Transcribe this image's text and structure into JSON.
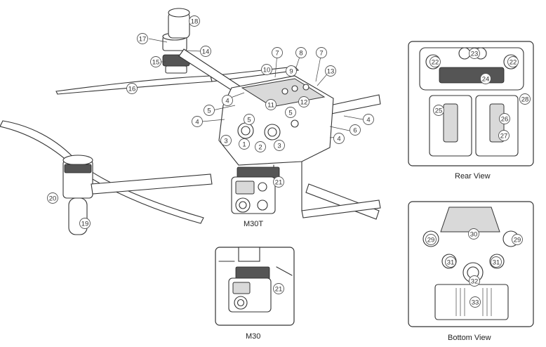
{
  "captions": {
    "main": "M30T",
    "inset": "M30",
    "rear": "Rear View",
    "bottom": "Bottom View"
  },
  "callouts": [
    "1",
    "2",
    "3",
    "3",
    "4",
    "4",
    "4",
    "4",
    "5",
    "5",
    "5",
    "6",
    "7",
    "7",
    "8",
    "9",
    "10",
    "11",
    "12",
    "13",
    "14",
    "15",
    "16",
    "17",
    "18",
    "19",
    "20",
    "21",
    "21",
    "22",
    "22",
    "23",
    "24",
    "25",
    "26",
    "27",
    "28",
    "29",
    "29",
    "30",
    "31",
    "31",
    "32",
    "33"
  ]
}
